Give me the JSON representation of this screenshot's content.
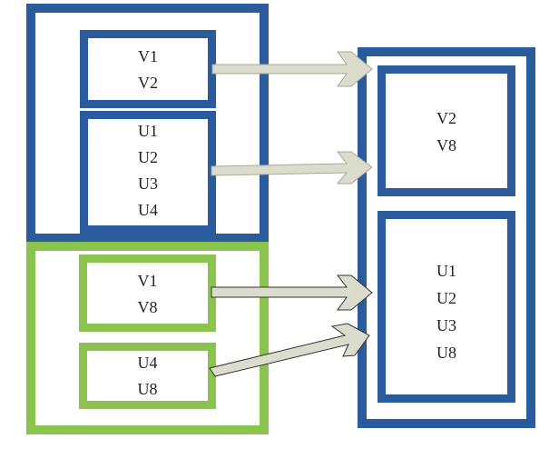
{
  "colors": {
    "blue": "#2a5b9c",
    "green": "#8bc34f",
    "arrow_fill": "#dcdccc",
    "arrow_stroke": "#555555"
  },
  "left_blue_group": {
    "boxes": [
      {
        "items": [
          "V1",
          "V2"
        ]
      },
      {
        "items": [
          "U1",
          "U2",
          "U3",
          "U4"
        ]
      }
    ]
  },
  "left_green_group": {
    "boxes": [
      {
        "items": [
          "V1",
          "V8"
        ]
      },
      {
        "items": [
          "U4",
          "U8"
        ]
      }
    ]
  },
  "right_blue_group": {
    "boxes": [
      {
        "items": [
          "V2",
          "V8"
        ]
      },
      {
        "items": [
          "U1",
          "U2",
          "U3",
          "U8"
        ]
      }
    ]
  },
  "arrows": [
    {
      "from": "left-blue-v-box",
      "to": "right-v-box"
    },
    {
      "from": "left-blue-u-box",
      "to": "right-v-box"
    },
    {
      "from": "left-green-v-box",
      "to": "right-u-box"
    },
    {
      "from": "left-green-u-box",
      "to": "right-u-box"
    }
  ]
}
